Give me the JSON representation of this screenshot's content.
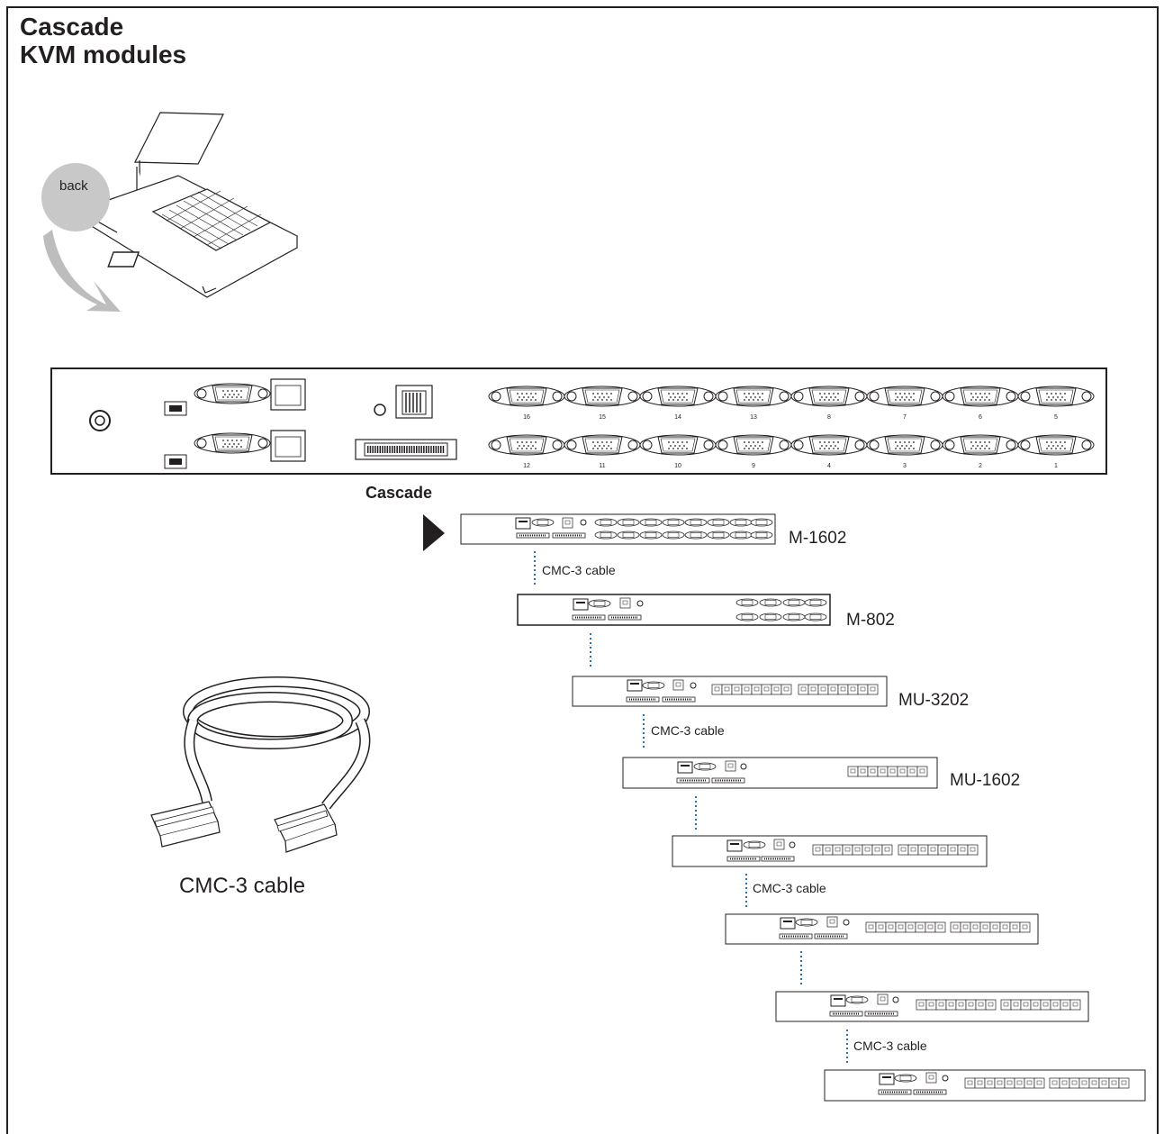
{
  "title": {
    "line1": "Cascade",
    "line2": "KVM modules"
  },
  "labels": {
    "back": "back",
    "cascade": "Cascade",
    "cable_name": "CMC-3 cable",
    "cable_link_1": "CMC-3 cable",
    "cable_link_2": "CMC-3 cable",
    "cable_link_3": "CMC-3 cable",
    "cable_link_4": "CMC-3 cable"
  },
  "modules": [
    "M-1602",
    "M-802",
    "MU-3202",
    "MU-1602"
  ],
  "main_unit_ports": {
    "top": [
      "16",
      "15",
      "14",
      "13",
      "8",
      "7",
      "6",
      "5"
    ],
    "bottom": [
      "12",
      "11",
      "10",
      "9",
      "4",
      "3",
      "2",
      "1"
    ]
  },
  "colors": {
    "line": "#231f20",
    "dotted": "#2a6fb0",
    "back_bubble": "#c8c8c8",
    "arrow": "#bdbdbd"
  }
}
